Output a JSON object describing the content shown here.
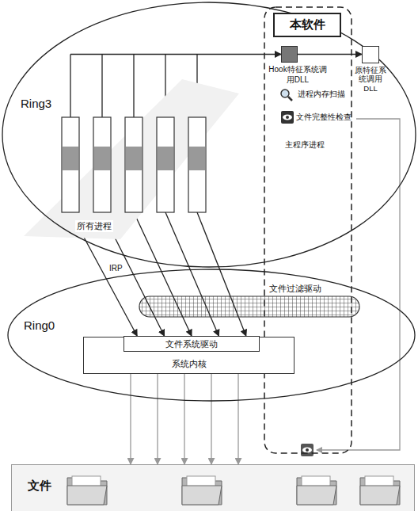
{
  "diagram": {
    "nodes": [
      {
        "text": [
          "Ring3"
        ]
      },
      {
        "text": [
          "本软件"
        ]
      },
      {
        "text": [
          "Hook特征系统调用DLL"
        ],
        "in": 1
      },
      {
        "text": [
          "原特征系统调用DLL"
        ],
        "in": 0
      },
      {
        "text": [
          "所有进程"
        ],
        "in": 0
      },
      {
        "text": [
          "Ring0"
        ]
      },
      {
        "text": [
          "文件过滤驱动"
        ],
        "in": 5
      },
      {
        "text": [
          "系统内核"
        ],
        "in": 5
      },
      {
        "text": [
          "文件系统驱动"
        ],
        "in": 7
      },
      {
        "text": [
          "文件"
        ]
      }
    ],
    "edges": [
      {
        "from": 4,
        "to": 2,
        "arrow": "to"
      },
      {
        "from": 2,
        "to": 3,
        "arrow": "to"
      },
      {
        "from": 4,
        "to": 8,
        "arrow": "to"
      },
      {
        "from": 7,
        "to": 9,
        "arrow": "to"
      }
    ],
    "labels": [
      "IRP",
      "进程内存扫描",
      "文件完整性检查",
      "主程序进程"
    ]
  }
}
